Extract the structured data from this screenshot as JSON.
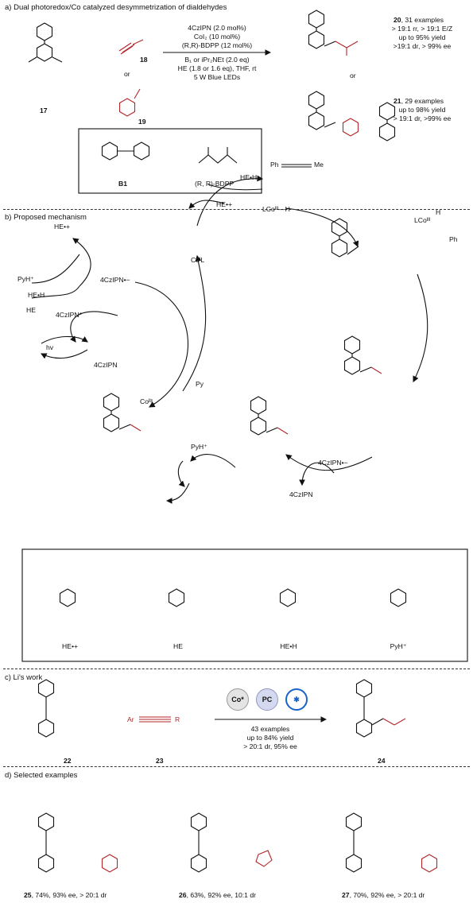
{
  "section_a": {
    "title": "a) Dual photoredox/Co catalyzed desymmetrization of dialdehydes",
    "sm_label": "17",
    "alkyne_label": "18",
    "aryl_iodide_label": "19",
    "or_label": "or",
    "conditions": [
      "4CzIPN (2.0 mol%)",
      "CoI₂ (10 mol%)",
      "(R,R)-BDPP (12 mol%)",
      "B₁ or iPr₂NEt (2.0 eq)",
      "HE (1.8 or 1.6 eq), THF, rt",
      "5 W Blue LEDs"
    ],
    "product_20": {
      "id": "20",
      "text": ", 31 examples",
      "lines": [
        "> 19:1 rr, > 19:1 E/Z",
        "up to 95% yield",
        ">19:1 dr, > 99% ee"
      ]
    },
    "product_21": {
      "id": "21",
      "text": ", 29 examples",
      "lines": [
        "up to 98% yield",
        "> 19:1 dr, >99% ee"
      ]
    },
    "box_labels": {
      "b1": "B1",
      "bdpp": "(R, R)-BDPP"
    }
  },
  "section_b": {
    "title": "b) Proposed mechanism",
    "species": {
      "he_radical_cation": "HE•+",
      "pyh": "PyH⁺",
      "he_h": "HE•H",
      "he": "HE",
      "czipn_minus": "4CzIPN•−",
      "czipn_star": "4CzIPN*",
      "czipn": "4CzIPN",
      "hv": "hv",
      "co_i": "CoᴵL",
      "co_ii": "CoᴵᴵL",
      "py": "Py",
      "pyh2": "PyH⁺",
      "he_radical_cation2": "HE•+",
      "he_h2": "HE•H",
      "lco_h": "LCoᴵᴵᴵ—H",
      "czipn_minus2": "4CzIPN•−",
      "czipn2": "4CzIPN",
      "ph_alkyne": "Ph",
      "me": "Me",
      "lco_iii": "LCoᴵᴵᴵ",
      "ph": "Ph",
      "h": "H"
    },
    "box_labels": [
      "HE•+",
      "HE",
      "HE•H",
      "PyH⁺"
    ]
  },
  "section_c": {
    "title": "c) Li's work",
    "sm_label": "22",
    "alkyne_label": "23",
    "product_label": "24",
    "icons": [
      "Co*",
      "PC",
      "light"
    ],
    "conditions": [
      "43 examples",
      "up to 84% yield",
      "> 20:1 dr, 95% ee"
    ],
    "alkyne_text": {
      "ar": "Ar",
      "r": "R"
    }
  },
  "section_d": {
    "title": "d) Selected examples",
    "examples": [
      {
        "id": "25",
        "text": ", 74%, 93% ee, > 20:1 dr"
      },
      {
        "id": "26",
        "text": ", 63%, 92% ee, 10:1 dr"
      },
      {
        "id": "27",
        "text": ", 70%, 92% ee, > 20:1 dr"
      }
    ]
  },
  "colors": {
    "accent": "#b3262a",
    "line": "#111111",
    "icon_blue": "#1a63c7"
  }
}
